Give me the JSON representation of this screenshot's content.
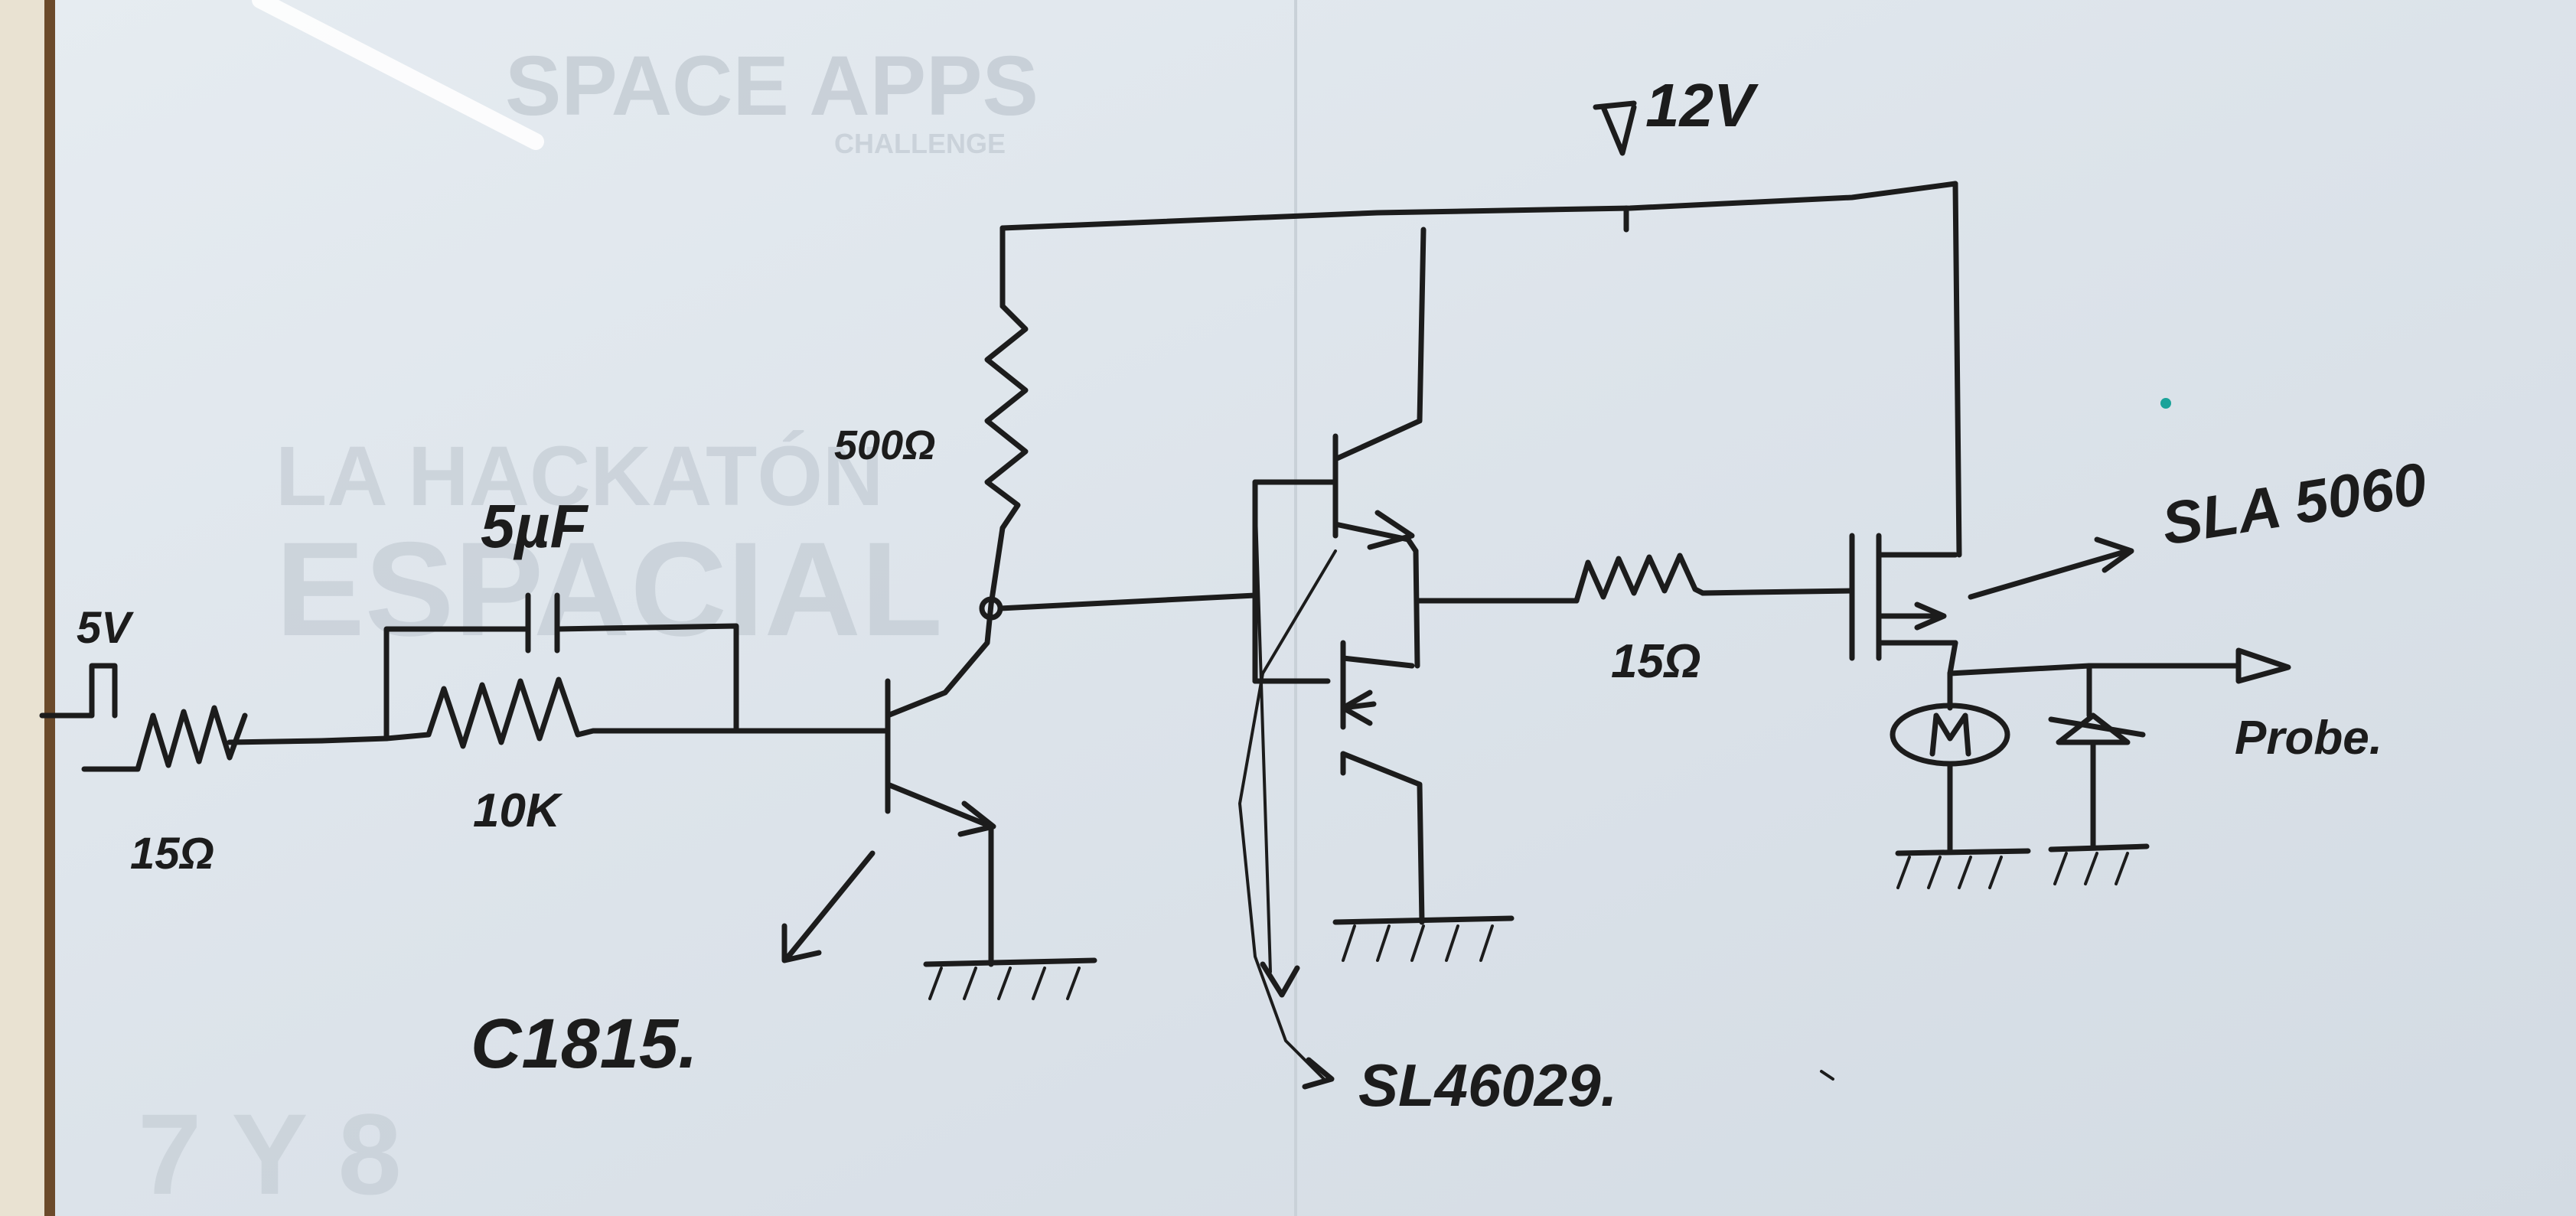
{
  "labels": {
    "input_voltage": "5V",
    "input_resistor": "15Ω",
    "capacitor": "5µF",
    "base_resistor": "10K",
    "collector_resistor": "500Ω",
    "gate_resistor": "15Ω",
    "supply": "12V",
    "transistor_1": "C1815.",
    "transistor_2": "SL46029.",
    "mosfet": "SLA 5060",
    "probe": "Probe."
  },
  "background_text": {
    "top": "SPACE APPS",
    "top_sub": "CHALLENGE",
    "line_1": "LA HACKATÓN",
    "line_2": "ESPACIAL",
    "bottom": "7 Y 8"
  },
  "colors": {
    "board": "#dfe6ec",
    "ink": "#1c1c1c",
    "frame": "#6b4a2b"
  }
}
